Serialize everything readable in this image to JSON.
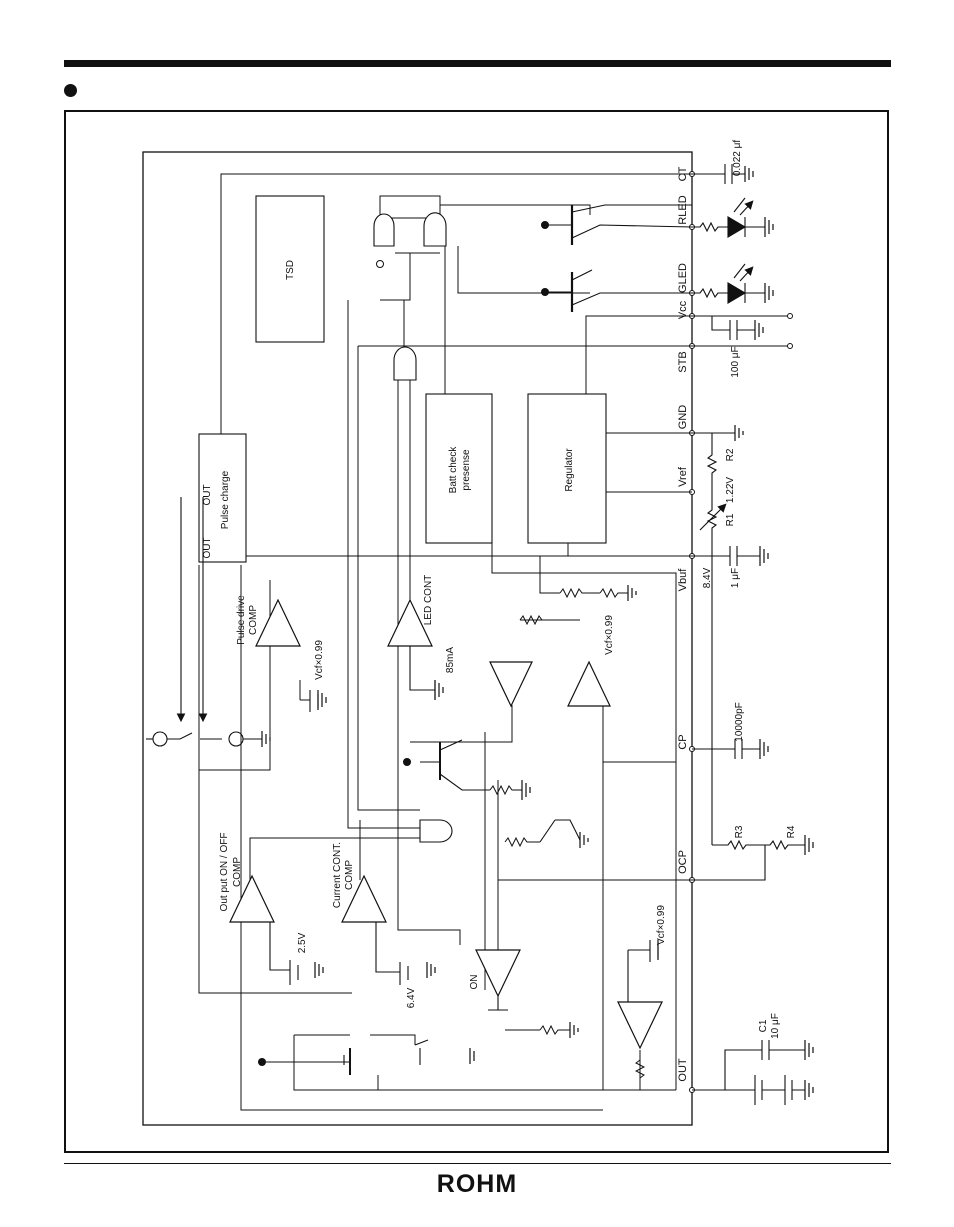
{
  "logo": "ROHM",
  "pins": {
    "ct": "CT",
    "rled": "RLED",
    "gled": "GLED",
    "vcc": "Vcc",
    "stb": "STB",
    "gnd": "GND",
    "vref": "Vref",
    "vbuf": "Vbuf",
    "cp": "CP",
    "ocp": "OCP",
    "out": "OUT"
  },
  "blocks": {
    "tsd": "TSD",
    "pulse_charge": "Pulse charge",
    "pulse_out_1": "OUT",
    "pulse_out_2": "OUT",
    "batt_check_1": "Batt check",
    "batt_check_2": "presense",
    "regulator": "Regulator"
  },
  "comparators": {
    "pulse_drive_1": "Pulse drive",
    "pulse_drive_2": "COMP",
    "led_cont": "LED CONT",
    "output_onoff_1": "Out put ON / OFF",
    "output_onoff_2": "COMP",
    "current_cont_1": "Current CONT.",
    "current_cont_2": "COMP",
    "on": "ON"
  },
  "external": {
    "c_ct": "0.022 μf",
    "c_vcc": "100 μF",
    "r2": "R2",
    "v_ref": "1.22V",
    "r1": "R1",
    "v_buf": "8.4V",
    "c_buf": "1 μF",
    "c_cp": "10000pF",
    "r3": "R3",
    "r4": "R4",
    "c1": "C1",
    "c1_value": "10 μF"
  },
  "internal": {
    "vcf_1": "Vcf×0.99",
    "vcf_2": "Vcf×0.99",
    "vcf_3": "Vcf×0.99",
    "i_85ma": "85mA",
    "v_25": "2.5V",
    "v_64": "6.4V"
  }
}
